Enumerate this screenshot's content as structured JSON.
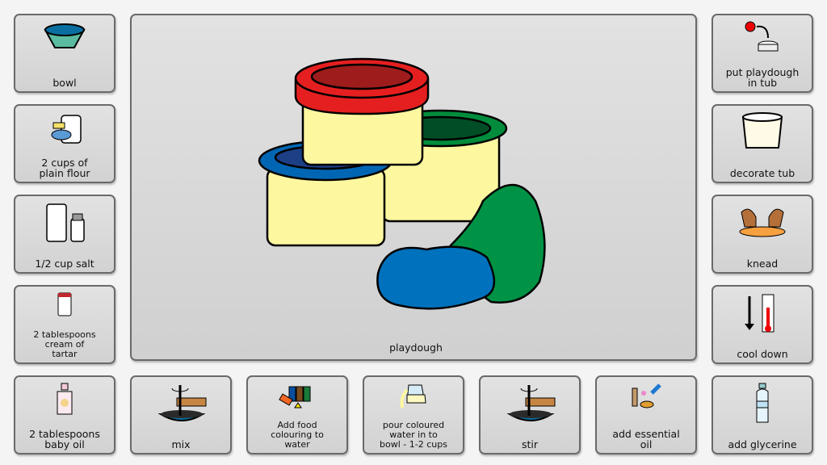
{
  "main": {
    "label": "playdough",
    "icon": "playdough-tubs-icon"
  },
  "left": [
    {
      "label": "bowl",
      "icon": "bowl-icon"
    },
    {
      "label": "2 cups of\nplain flour",
      "icon": "flour-icon"
    },
    {
      "label": "1/2 cup salt",
      "icon": "salt-icon"
    },
    {
      "label": "2 tablespoons\ncream of\ntartar",
      "icon": "cream-of-tartar-icon"
    },
    {
      "label": "2 tablespoons\nbaby oil",
      "icon": "baby-oil-icon"
    }
  ],
  "bottom": [
    {
      "label": "mix",
      "icon": "mix-icon"
    },
    {
      "label": "Add food\ncolouring to\nwater",
      "icon": "food-colouring-icon"
    },
    {
      "label": "pour coloured\nwater in to\nbowl  - 1-2 cups",
      "icon": "pour-jug-icon"
    },
    {
      "label": "stir",
      "icon": "stir-icon"
    },
    {
      "label": "add essential\noil",
      "icon": "essential-oil-icon"
    }
  ],
  "right": [
    {
      "label": "put playdough\nin tub",
      "icon": "put-in-tub-icon"
    },
    {
      "label": "decorate tub",
      "icon": "tub-icon"
    },
    {
      "label": "knead",
      "icon": "knead-icon"
    },
    {
      "label": "cool down",
      "icon": "thermometer-icon"
    },
    {
      "label": "add glycerine",
      "icon": "bottle-icon"
    }
  ]
}
